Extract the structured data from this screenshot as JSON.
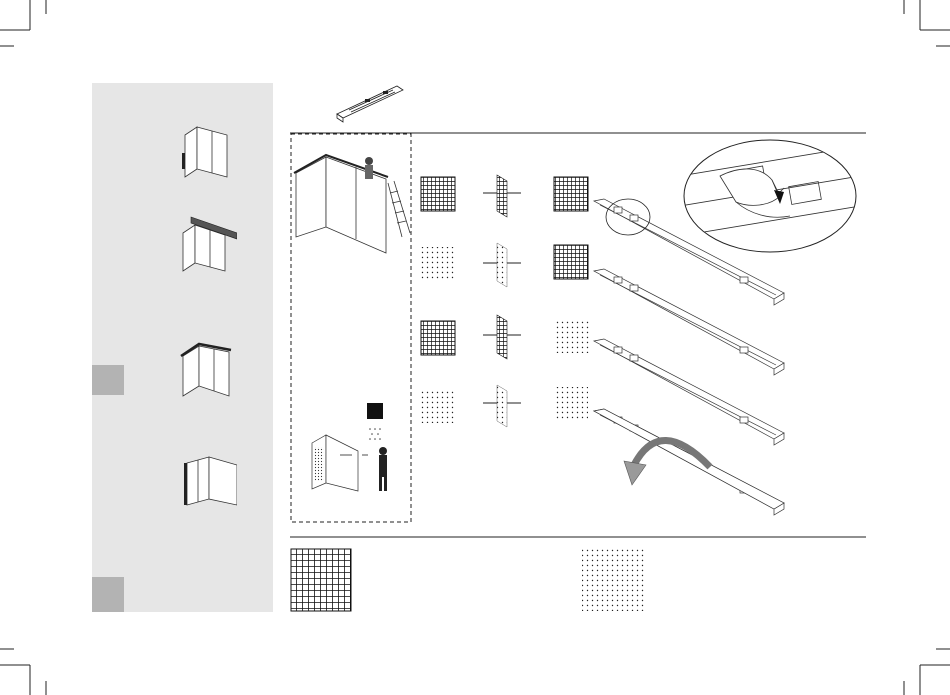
{
  "document": {
    "page_number": "",
    "colors": {
      "sidebar_background": "#e6e6e6",
      "tab_marker": "#b3b3b3",
      "line_art": "#222222",
      "arrow_fill": "#9a9a9a"
    },
    "sidebar": {
      "steps": [
        {
          "icon": "corner-wall-with-edge-icon"
        },
        {
          "icon": "corner-wall-with-top-rail-icon"
        },
        {
          "icon": "corner-wall-with-cap-icon"
        },
        {
          "icon": "corner-wall-with-side-trim-icon"
        }
      ],
      "active_tab_markers": 2
    },
    "header_icon": "rail-strip-icon",
    "steps_panel": {
      "rows": 4,
      "row_patterns": [
        {
          "left": "grid",
          "right": "grid"
        },
        {
          "left": "dots",
          "right": "grid"
        },
        {
          "left": "grid",
          "right": "dots"
        },
        {
          "left": "dots",
          "right": "dots"
        }
      ],
      "magnified_detail_icon": "hand-inserting-clip-icon",
      "flip_arrow_icon": "curved-arrow-icon"
    },
    "legend": {
      "items": [
        {
          "pattern": "grid",
          "label": ""
        },
        {
          "pattern": "dots",
          "label": ""
        }
      ]
    }
  }
}
